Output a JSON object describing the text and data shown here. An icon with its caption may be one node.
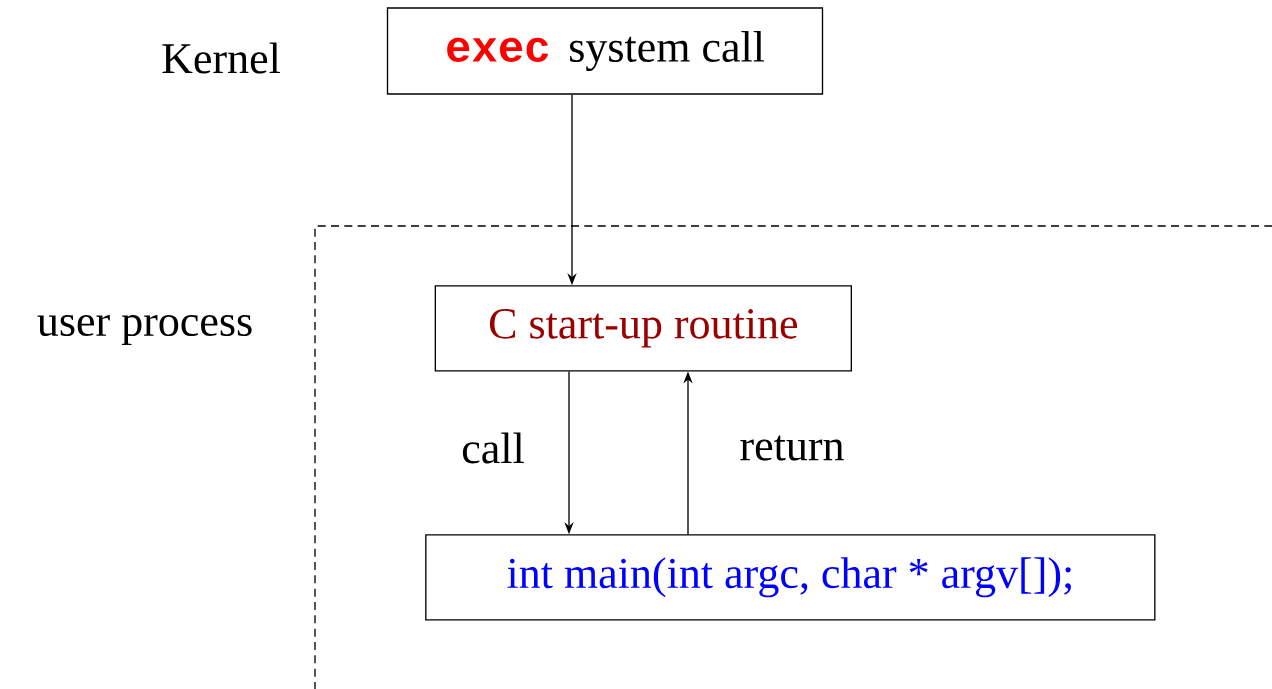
{
  "diagram": {
    "nodes": [
      {
        "text": [
          "exec",
          "system call"
        ]
      },
      {
        "text": [
          "user process"
        ]
      },
      {
        "text": [
          "C start-up routine"
        ],
        "in": 1
      },
      {
        "text": [
          "int main(int argc, char * argv[]);"
        ],
        "in": 1
      }
    ],
    "edges": [
      {
        "from": 0,
        "to": 2,
        "arrow": "to"
      },
      {
        "from": 2,
        "to": 3,
        "arrow": "to",
        "label": "call"
      },
      {
        "from": 3,
        "to": 2,
        "arrow": "to",
        "label": "return"
      }
    ],
    "labels": [
      "Kernel"
    ]
  }
}
